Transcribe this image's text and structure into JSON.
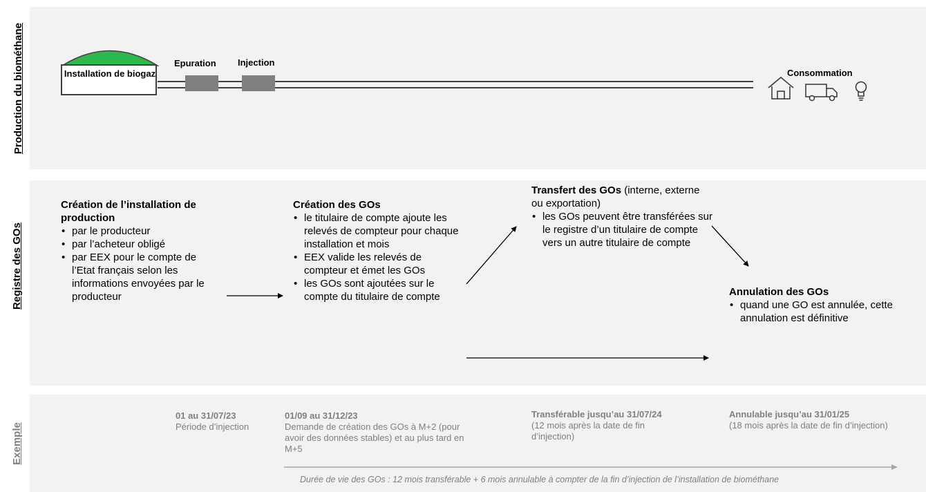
{
  "sections": {
    "production": "Production du biométhane",
    "registre": "Registre des GOs",
    "exemple": "Exemple"
  },
  "production": {
    "installation": "Installation de biogaz",
    "epuration": "Epuration",
    "injection": "Injection",
    "consommation": "Consommation",
    "icons": [
      "house-icon",
      "truck-icon",
      "lightbulb-icon"
    ],
    "colors": {
      "dome": "#2db84c",
      "station": "#808080"
    }
  },
  "registre": {
    "creation_installation": {
      "title": "Création de l’installation de production",
      "items": [
        "par le producteur",
        "par l’acheteur obligé",
        "par EEX pour le compte de l’Etat français selon les informations envoyées par le producteur"
      ]
    },
    "creation_gos": {
      "title": "Création des GOs",
      "items": [
        "le titulaire de compte ajoute les relevés de compteur pour chaque installation et mois",
        "EEX valide les relevés de compteur et émet les GOs",
        "les GOs sont ajoutées sur le compte du titulaire de compte"
      ]
    },
    "transfert": {
      "title": "Transfert des GOs",
      "subtitle": " (interne, externe ou exportation)",
      "items": [
        "les GOs peuvent être transférées sur le registre d’un titulaire de compte vers un autre titulaire de compte"
      ]
    },
    "annulation": {
      "title": "Annulation des GOs",
      "items": [
        "quand une GO est annulée, cette annulation est définitive"
      ]
    }
  },
  "exemple": {
    "injection": {
      "date": "01 au 31/07/23",
      "label": "Période d’injection"
    },
    "creation": {
      "date": "01/09 au 31/12/23",
      "label": "Demande de création des GOs à M+2 (pour avoir des données stables) et au plus tard en M+5"
    },
    "transferable": {
      "date": "Transférable jusqu’au 31/07/24",
      "label": "(12 mois après la date de fin d’injection)"
    },
    "annulable": {
      "date": "Annulable jusqu’au 31/01/25",
      "label": "(18 mois après la date de fin d’injection)"
    },
    "duree": "Durée de vie des GOs : 12 mois transférable + 6 mois annulable à compter de la fin d’injection de l’installation de biométhane"
  }
}
